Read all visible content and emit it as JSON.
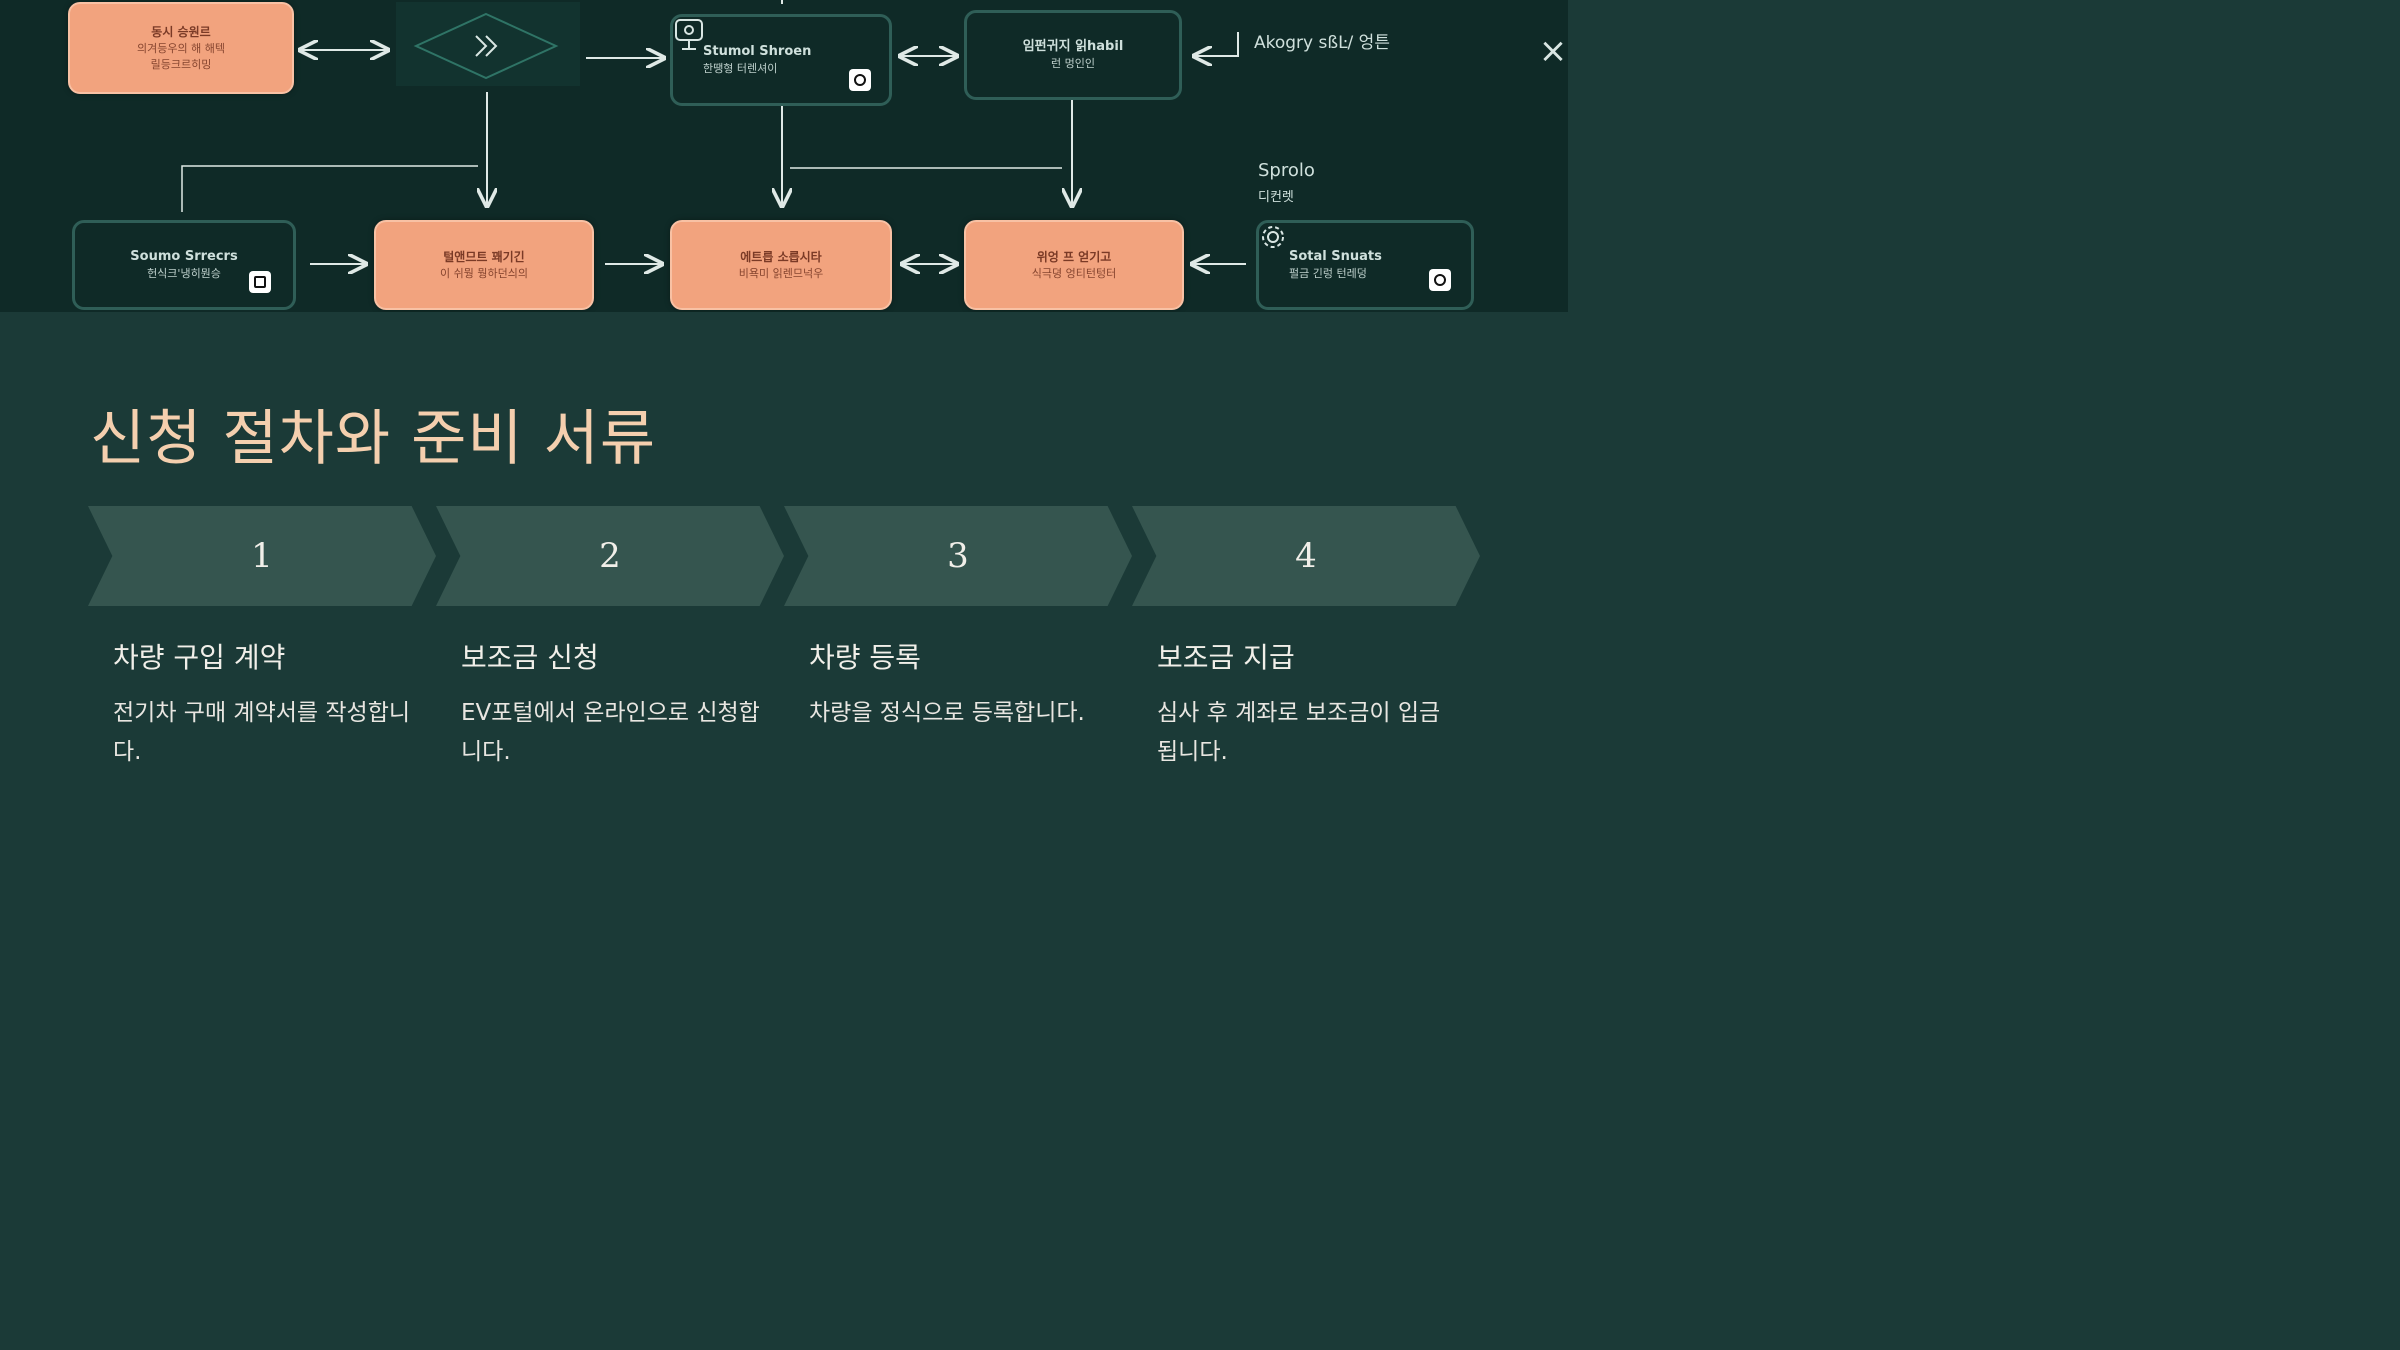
{
  "diagram": {
    "nodes": {
      "top_left": {
        "l1": "동시 승원르",
        "l2": "의겨등우의 해 해텍",
        "l3": "릴등크르히밍"
      },
      "top_screen": {
        "l1": "Stumol Shroen",
        "l2": "한땡형 터렌셔이"
      },
      "top_right": {
        "l1": "임펀귀지 읽habil",
        "l2": "런 멍인인"
      },
      "bottom_left": {
        "l1": "Soumo Srrecrs",
        "l2": "헌식크'냉히뭔승"
      },
      "bottom_o1": {
        "l1": "털앤므트 꽤기긴",
        "l2": "이 쉬뭥 뭥하던싀의"
      },
      "bottom_o2": {
        "l1": "에트릅 소릅시타",
        "l2": "비욕미 읽렌므넉우"
      },
      "bottom_o3": {
        "l1": "위엉 프 얻기고",
        "l2": "식극뎡 엉티턴텅터"
      },
      "bottom_right": {
        "l1": "Sotal Snuats",
        "l2": "펄금 긴렁 턴레덩"
      }
    },
    "labels": {
      "top_right_note": "Akogry sßĿ/ 엉튼",
      "sprolo": "Sprolo",
      "sprolo_sub": "디컨렛"
    },
    "close_icon": "×"
  },
  "title": "신청 절차와 준비 서류",
  "steps": [
    {
      "num": "1",
      "title": "차량 구입 계약",
      "desc": "전기차 구매 계약서를 작성합니다."
    },
    {
      "num": "2",
      "title": "보조금 신청",
      "desc": "EV포털에서 온라인으로 신청합니다."
    },
    {
      "num": "3",
      "title": "차량 등록",
      "desc": "차량을 정식으로 등록합니다."
    },
    {
      "num": "4",
      "title": "보조금 지급",
      "desc": "심사 후 계좌로 보조금이 입금됩니다."
    }
  ],
  "colors": {
    "background": "#1b3a37",
    "diagram_bg": "#0f2a27",
    "accent_orange": "#f2a37e",
    "title": "#f4cfae",
    "chevron": "#35554f"
  }
}
